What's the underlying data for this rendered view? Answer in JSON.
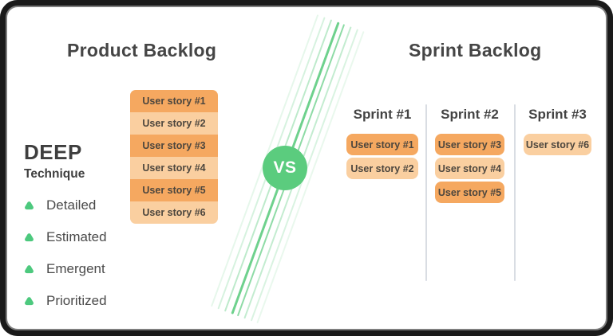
{
  "card": {
    "left": {
      "title": "Product Backlog",
      "backlog": [
        {
          "label": "User story #1",
          "tone": "dark"
        },
        {
          "label": "User story #2",
          "tone": "light"
        },
        {
          "label": "User story #3",
          "tone": "dark"
        },
        {
          "label": "User story #4",
          "tone": "light"
        },
        {
          "label": "User story #5",
          "tone": "dark"
        },
        {
          "label": "User story #6",
          "tone": "light"
        }
      ],
      "deep": {
        "title": "DEEP",
        "subtitle": "Technique",
        "items": [
          "Detailed",
          "Estimated",
          "Emergent",
          "Prioritized"
        ]
      }
    },
    "center": {
      "vs_label": "VS"
    },
    "right": {
      "title": "Sprint Backlog",
      "sprints": [
        {
          "label": "Sprint #1",
          "stories": [
            {
              "label": "User story #1",
              "tone": "dark"
            },
            {
              "label": "User story #2",
              "tone": "light"
            }
          ]
        },
        {
          "label": "Sprint #2",
          "stories": [
            {
              "label": "User story #3",
              "tone": "dark"
            },
            {
              "label": "User story #4",
              "tone": "light"
            },
            {
              "label": "User story #5",
              "tone": "dark"
            }
          ]
        },
        {
          "label": "Sprint #3",
          "stories": [
            {
              "label": "User story #6",
              "tone": "light"
            }
          ]
        }
      ]
    },
    "colors": {
      "story_dark": "#f5a860",
      "story_light": "#facfa0",
      "accent_green": "#5bcc7e",
      "icon_green": "#4dc97e",
      "title_text": "#454545",
      "card_text": "#4c463e",
      "divider": "#d9dde3",
      "frame_border": "#1a1a1a"
    }
  }
}
